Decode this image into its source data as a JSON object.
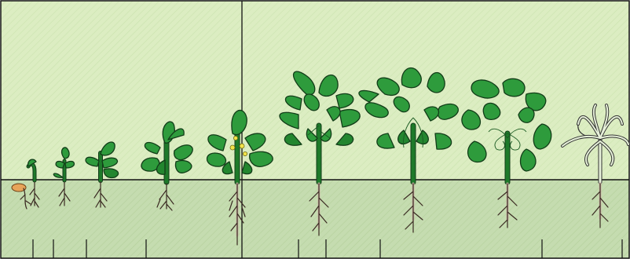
{
  "colors": {
    "sky": "#dcedc2",
    "soil": "#c5dcb0",
    "leaf": "#2e9b3c",
    "leaf_dark": "#23862f",
    "stem": "#1e7a2a",
    "root": "#cdb8a8",
    "outline": "#123d18",
    "seed": "#e7a45a",
    "flower": "#f2e34a",
    "senescent": "#e6f0d9"
  },
  "stages": [
    {
      "id": "seed-germination"
    },
    {
      "id": "emergence"
    },
    {
      "id": "unifoliate"
    },
    {
      "id": "trifoliate"
    },
    {
      "id": "flowering"
    },
    {
      "id": "pod-development"
    },
    {
      "id": "seed-fill"
    },
    {
      "id": "maturity"
    },
    {
      "id": "senescence"
    }
  ],
  "icons": [
    "seed-icon",
    "plant-icon",
    "root-icon",
    "flower-icon"
  ]
}
